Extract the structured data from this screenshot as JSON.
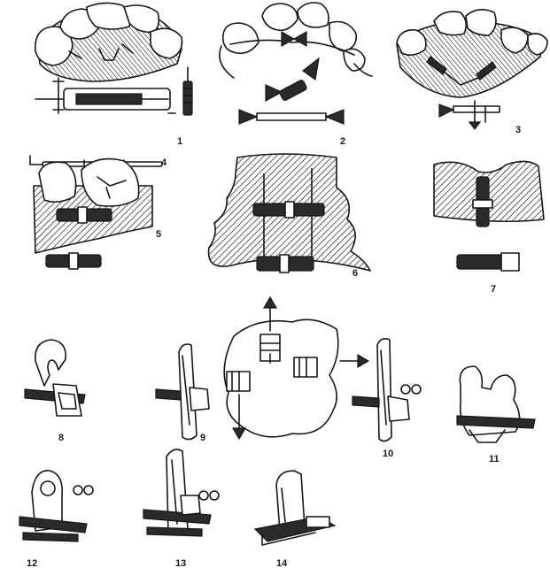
{
  "figures": [
    {
      "id": "1",
      "label": "1"
    },
    {
      "id": "2",
      "label": "2"
    },
    {
      "id": "3",
      "label": "3"
    },
    {
      "id": "4",
      "label": "4"
    },
    {
      "id": "5",
      "label": "5"
    },
    {
      "id": "6",
      "label": "6"
    },
    {
      "id": "7",
      "label": "7"
    },
    {
      "id": "8",
      "label": "8"
    },
    {
      "id": "9",
      "label": "9"
    },
    {
      "id": "10",
      "label": "10"
    },
    {
      "id": "11",
      "label": "11"
    },
    {
      "id": "12",
      "label": "12"
    },
    {
      "id": "13",
      "label": "13"
    },
    {
      "id": "14",
      "label": "14"
    }
  ],
  "colors": {
    "ink": "#161616",
    "paper": "#ffffff"
  }
}
